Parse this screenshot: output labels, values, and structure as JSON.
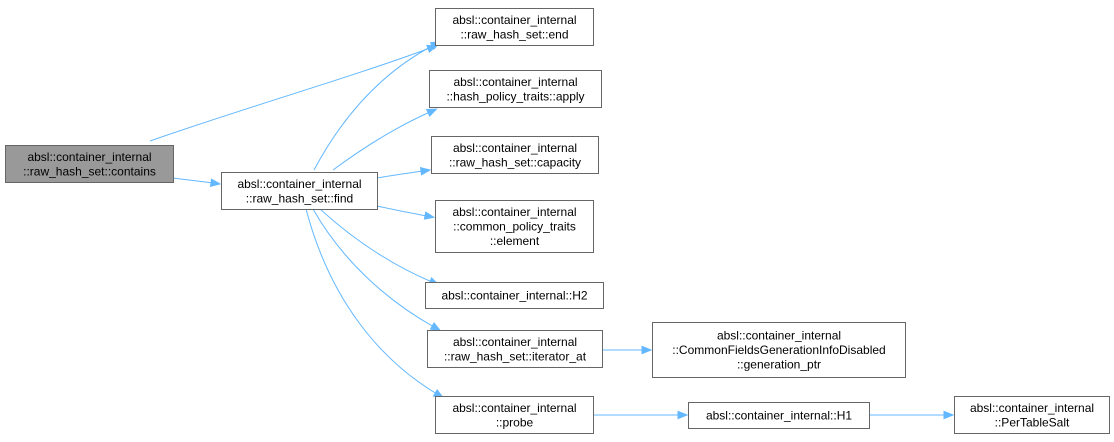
{
  "colors": {
    "edge": "#63b8ff",
    "node_border": "#666666",
    "root_fill": "#999999",
    "node_fill": "#ffffff",
    "text": "#000000"
  },
  "nodes": [
    {
      "id": "contains",
      "lines": [
        "absl::container_internal",
        "::raw_hash_set::contains"
      ],
      "highlighted": true
    },
    {
      "id": "find",
      "lines": [
        "absl::container_internal",
        "::raw_hash_set::find"
      ]
    },
    {
      "id": "end",
      "lines": [
        "absl::container_internal",
        "::raw_hash_set::end"
      ]
    },
    {
      "id": "apply",
      "lines": [
        "absl::container_internal",
        "::hash_policy_traits::apply"
      ]
    },
    {
      "id": "capacity",
      "lines": [
        "absl::container_internal",
        "::raw_hash_set::capacity"
      ]
    },
    {
      "id": "element",
      "lines": [
        "absl::container_internal",
        "::common_policy_traits",
        "::element"
      ]
    },
    {
      "id": "h2",
      "lines": [
        "absl::container_internal::H2"
      ]
    },
    {
      "id": "iterator_at",
      "lines": [
        "absl::container_internal",
        "::raw_hash_set::iterator_at"
      ]
    },
    {
      "id": "generation_ptr",
      "lines": [
        "absl::container_internal",
        "::CommonFieldsGenerationInfoDisabled",
        "::generation_ptr"
      ]
    },
    {
      "id": "probe",
      "lines": [
        "absl::container_internal",
        "::probe"
      ]
    },
    {
      "id": "h1",
      "lines": [
        "absl::container_internal::H1"
      ]
    },
    {
      "id": "pertablesalt",
      "lines": [
        "absl::container_internal",
        "::PerTableSalt"
      ]
    }
  ],
  "edges": [
    {
      "from": "contains",
      "to": "end"
    },
    {
      "from": "contains",
      "to": "find"
    },
    {
      "from": "find",
      "to": "end"
    },
    {
      "from": "find",
      "to": "apply"
    },
    {
      "from": "find",
      "to": "capacity"
    },
    {
      "from": "find",
      "to": "element"
    },
    {
      "from": "find",
      "to": "h2"
    },
    {
      "from": "find",
      "to": "iterator_at"
    },
    {
      "from": "find",
      "to": "probe"
    },
    {
      "from": "iterator_at",
      "to": "generation_ptr"
    },
    {
      "from": "probe",
      "to": "h1"
    },
    {
      "from": "h1",
      "to": "pertablesalt"
    }
  ]
}
